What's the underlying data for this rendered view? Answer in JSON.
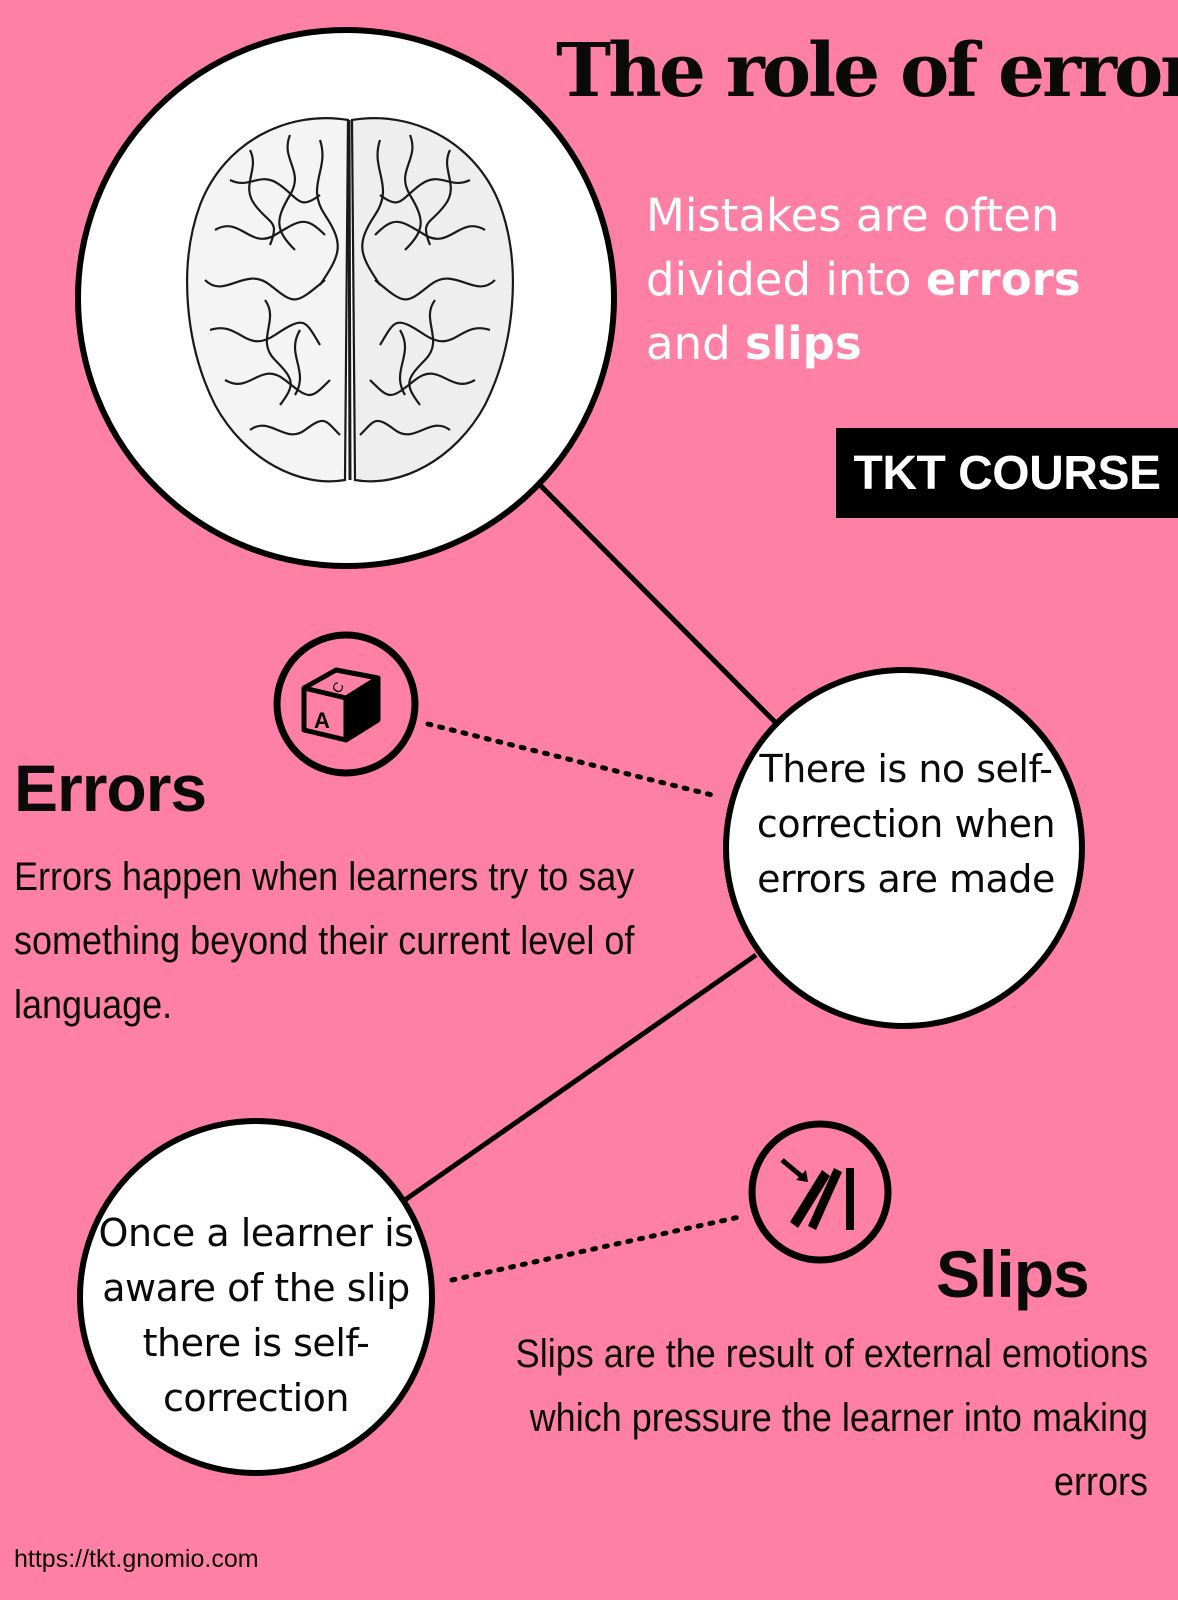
{
  "header": {
    "title": "The role of error",
    "subtitle_parts": [
      "Mistakes are often divided into ",
      "errors",
      " and ",
      "slips"
    ],
    "badge": "TKT COURSE"
  },
  "errors": {
    "heading": "Errors",
    "body": "Errors happen when learners try to say something beyond their current level of language.",
    "circle_text": "There is no self-correction when errors are made",
    "icon": "abc-block-icon"
  },
  "slips": {
    "heading": "Slips",
    "body": "Slips are the result of external emotions which pressure the learner into making errors",
    "circle_text": "Once a learner is aware of the slip there is self-correction",
    "icon": "falling-dominoes-icon"
  },
  "footer": {
    "url": "https://tkt.gnomio.com"
  },
  "colors": {
    "background": "#FF80A6",
    "ink": "#0A0A0A",
    "badge_bg": "#000000",
    "subtitle": "#FFFFFF"
  },
  "image": {
    "brain": "brain-illustration-icon"
  }
}
